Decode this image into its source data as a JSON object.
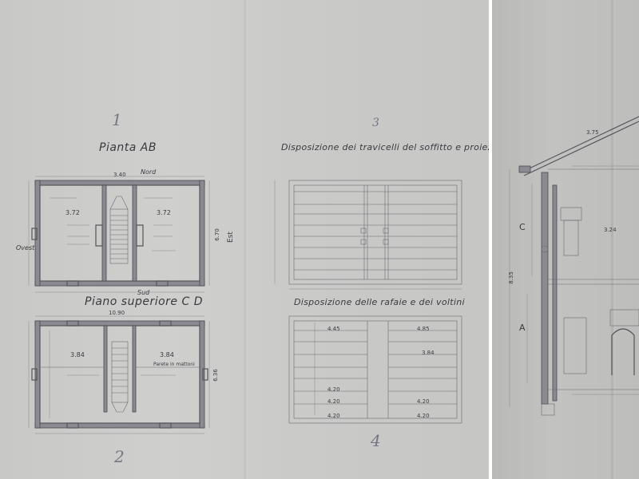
{
  "page": {
    "sheet_number_1": "1",
    "sheet_number_2": "2",
    "sheet_number_3": "3",
    "sheet_number_4": "4"
  },
  "plan_ab": {
    "title": "Pianta AB",
    "north": "Nord",
    "south": "Sud",
    "west": "Ovest",
    "east": "Est",
    "room_left": "3.72",
    "room_right": "3.72",
    "top_dim": "3.40",
    "right_dim": "6.70"
  },
  "plan_cd": {
    "title": "Piano superiore C D",
    "top_dim": "10.90",
    "room_left": "3.84",
    "room_right": "3.84",
    "label": "Parete in mattoni",
    "right_dim": "6.36"
  },
  "beams": {
    "title": "Disposizione dei travicelli del soffitto e proiezione del tetto"
  },
  "rafters": {
    "title": "Disposizione delle rafaie e dei voltini",
    "values_left": [
      "4.45",
      "4.20",
      "4.20",
      "4.20"
    ],
    "values_right": [
      "4.85",
      "3.84",
      "4.20",
      "4.20"
    ]
  },
  "section": {
    "label_c": "C",
    "label_a": "A",
    "height": "8.35",
    "dim_a": "3.75",
    "dim_b": "3.24"
  },
  "colors": {
    "paper": "#c9c9c7",
    "ink": "#2c2c30",
    "gutter": "#ffffff"
  }
}
